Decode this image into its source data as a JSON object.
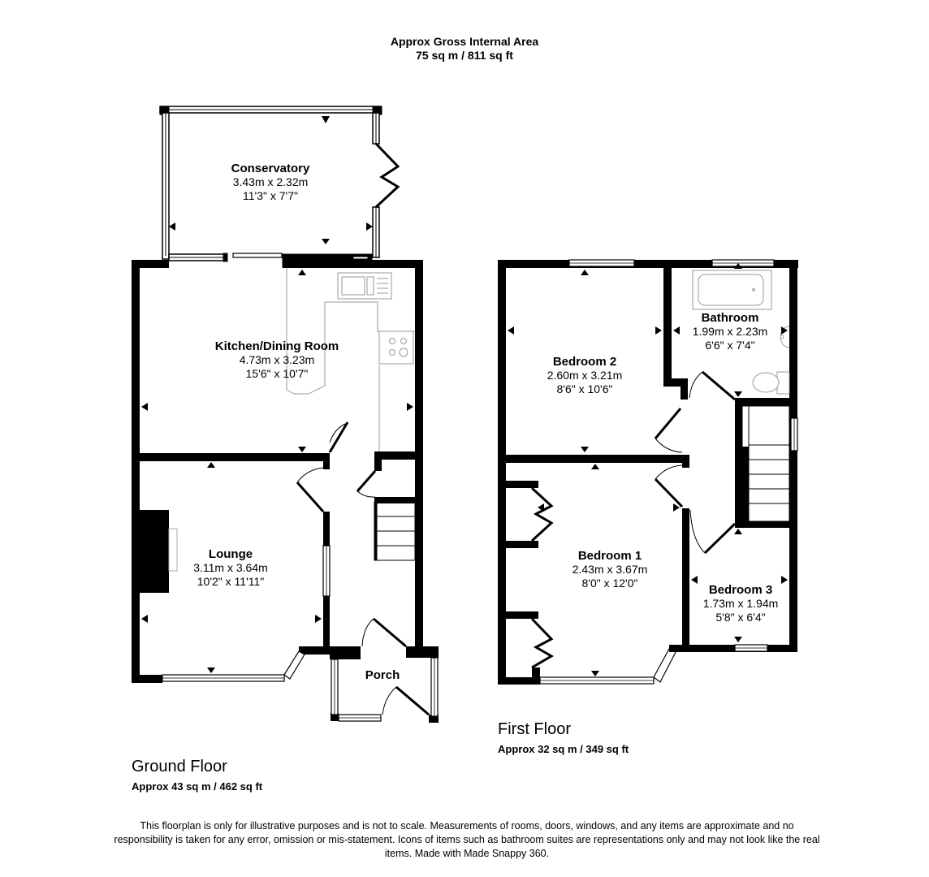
{
  "header": {
    "title": "Approx Gross Internal Area",
    "area": "75 sq m / 811 sq ft"
  },
  "floors": {
    "ground": {
      "title": "Ground Floor",
      "area": "Approx 43 sq m / 462 sq ft",
      "rooms": {
        "conservatory": {
          "name": "Conservatory",
          "metric": "3.43m x 2.32m",
          "imperial": "11'3\" x 7'7\""
        },
        "kitchen": {
          "name": "Kitchen/Dining Room",
          "metric": "4.73m x 3.23m",
          "imperial": "15'6\" x 10'7\""
        },
        "lounge": {
          "name": "Lounge",
          "metric": "3.11m x 3.64m",
          "imperial": "10'2\" x 11'11\""
        },
        "porch": {
          "name": "Porch"
        }
      }
    },
    "first": {
      "title": "First Floor",
      "area": "Approx 32 sq m / 349 sq ft",
      "rooms": {
        "bedroom2": {
          "name": "Bedroom 2",
          "metric": "2.60m x 3.21m",
          "imperial": "8'6\" x 10'6\""
        },
        "bathroom": {
          "name": "Bathroom",
          "metric": "1.99m x 2.23m",
          "imperial": "6'6\" x 7'4\""
        },
        "bedroom1": {
          "name": "Bedroom 1",
          "metric": "2.43m x 3.67m",
          "imperial": "8'0\" x 12'0\""
        },
        "bedroom3": {
          "name": "Bedroom 3",
          "metric": "1.73m x 1.94m",
          "imperial": "5'8\" x 6'4\""
        }
      }
    }
  },
  "disclaimer": "This floorplan is only for illustrative purposes and is not to scale. Measurements of rooms, doors, windows, and any items are approximate and no responsibility is taken for any error, omission or mis-statement. Icons of items such as bathroom suites are representations only and may not look like the real items. Made with Made Snappy 360.",
  "colors": {
    "wall": "#000000",
    "fixture": "#9a9a9a",
    "background": "#ffffff"
  }
}
